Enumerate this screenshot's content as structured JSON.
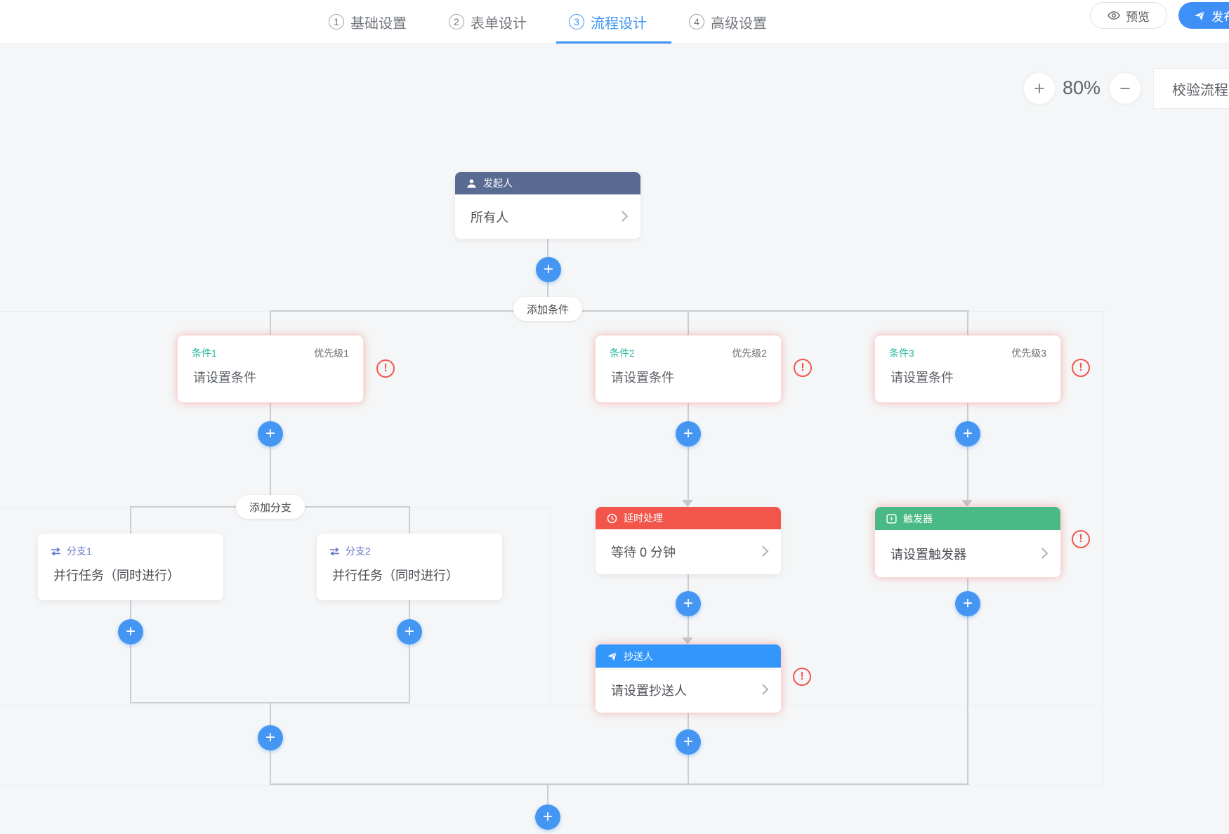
{
  "header": {
    "tabs": [
      {
        "num": "1",
        "label": "基础设置"
      },
      {
        "num": "2",
        "label": "表单设计"
      },
      {
        "num": "3",
        "label": "流程设计"
      },
      {
        "num": "4",
        "label": "高级设置"
      }
    ],
    "active_tab": "流程设计",
    "preview_label": "预览",
    "publish_label": "发布"
  },
  "toolbar": {
    "zoom_in": "+",
    "zoom_level": "80%",
    "zoom_out": "−",
    "validate_label": "校验流程"
  },
  "canvas": {
    "add_condition_label": "添加条件",
    "add_branch_label": "添加分支",
    "plus_glyph": "+",
    "warning_glyph": "!",
    "start": {
      "title": "发起人",
      "body": "所有人"
    },
    "conditions": [
      {
        "title": "条件1",
        "priority": "优先级1",
        "body": "请设置条件"
      },
      {
        "title": "条件2",
        "priority": "优先级2",
        "body": "请设置条件"
      },
      {
        "title": "条件3",
        "priority": "优先级3",
        "body": "请设置条件"
      }
    ],
    "branches": [
      {
        "title": "分支1",
        "body": "并行任务（同时进行）"
      },
      {
        "title": "分支2",
        "body": "并行任务（同时进行）"
      }
    ],
    "delay": {
      "title": "延时处理",
      "body": "等待 0 分钟"
    },
    "cc": {
      "title": "抄送人",
      "body": "请设置抄送人"
    },
    "trigger": {
      "title": "触发器",
      "body": "请设置触发器"
    }
  },
  "colors": {
    "accent": "#4596f2",
    "active_tab": "#3d95f5",
    "start_header": "#5a6b93",
    "delay_header": "#f2564b",
    "cc_header": "#3296fa",
    "trigger_header": "#49ba85",
    "condition_title": "#28b79e",
    "branch_title": "#6674c5",
    "error": "#f2564d",
    "connector": "#cccdd1"
  }
}
